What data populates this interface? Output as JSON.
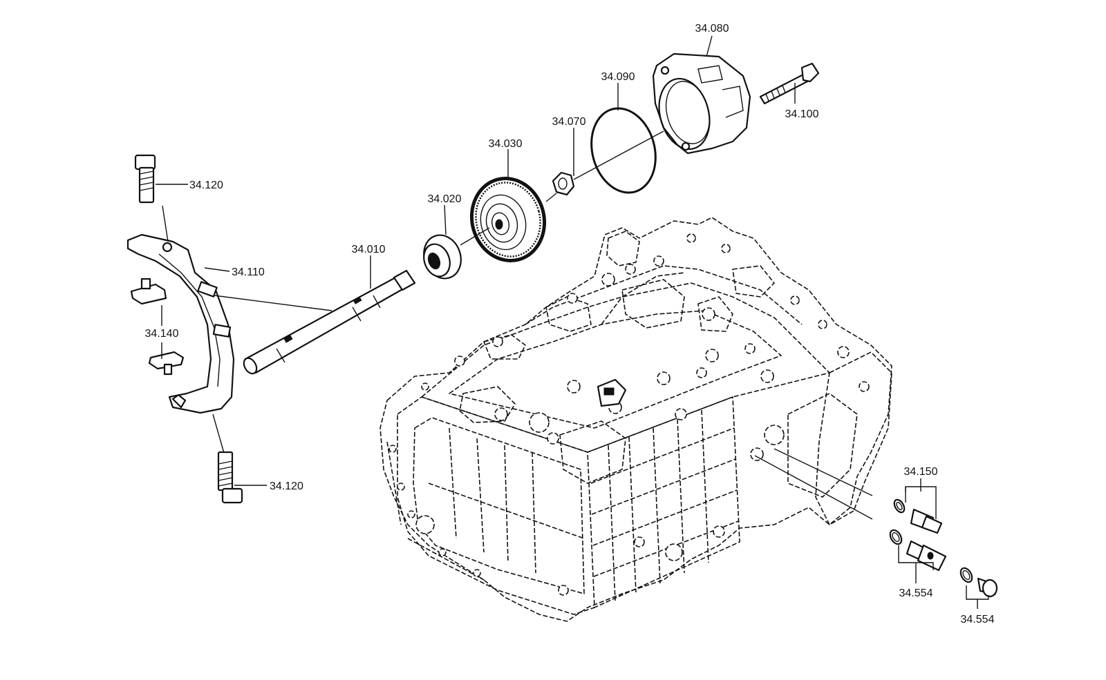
{
  "diagram": {
    "labels": {
      "p010": "34.010",
      "p020": "34.020",
      "p030": "34.030",
      "p070": "34.070",
      "p080": "34.080",
      "p090": "34.090",
      "p100": "34.100",
      "p110": "34.110",
      "p120_top": "34.120",
      "p120_bottom": "34.120",
      "p140": "34.140",
      "p150": "34.150",
      "p554_a": "34.554",
      "p554_b": "34.554"
    }
  }
}
